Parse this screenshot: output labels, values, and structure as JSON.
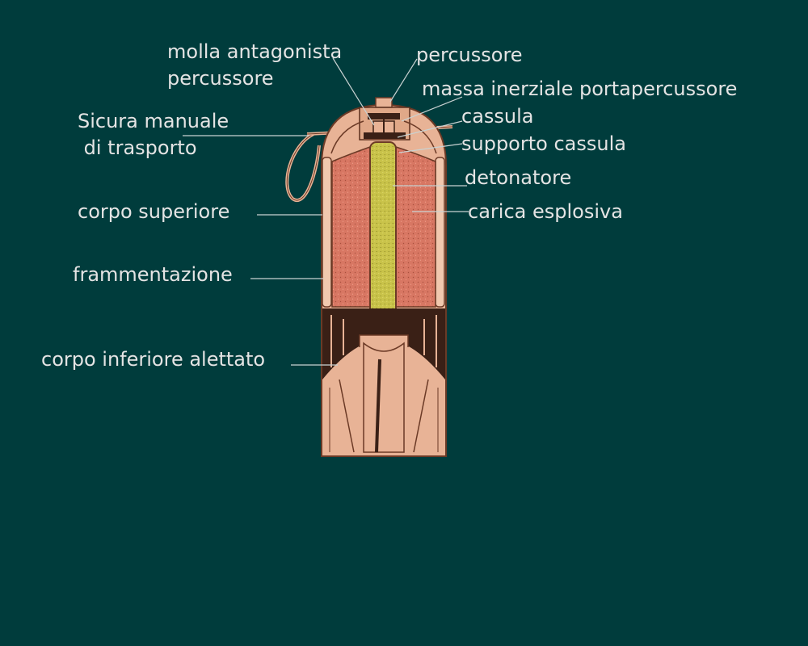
{
  "colors": {
    "background": "#003c3c",
    "label_text": "#e4e4e4",
    "leader_line": "#c9d2d2",
    "casing": "#e8b396",
    "casing_outline": "#6b3a26",
    "explosive_charge": "#d87763",
    "detonator": "#c9c34a",
    "fins_dark": "#3a2016"
  },
  "diagram": {
    "labels": {
      "spring": [
        "molla antagonista",
        "percussore"
      ],
      "striker": "percussore",
      "inertial_mass": "massa inerziale portapercussore",
      "safety": [
        "Sicura manuale",
        " di trasporto"
      ],
      "primer": "cassula",
      "primer_support": "supporto cassula",
      "detonator": "detonatore",
      "upper_body": "corpo superiore",
      "charge": "carica esplosiva",
      "fragmentation": "frammentazione",
      "lower_body": "corpo inferiore alettato"
    }
  }
}
